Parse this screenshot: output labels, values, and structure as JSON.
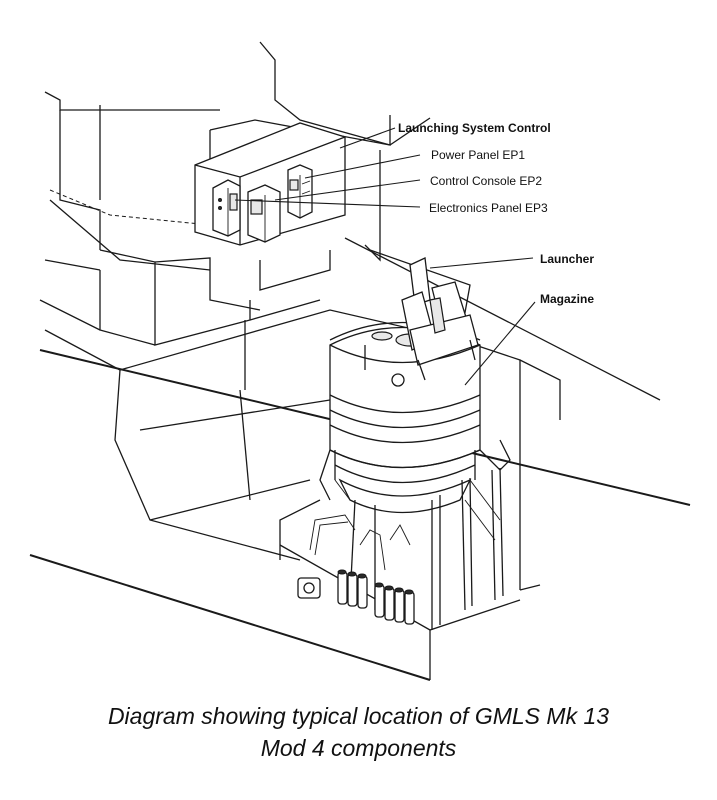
{
  "labels": {
    "launching_system_control": "Launching System Control",
    "power_panel": "Power Panel EP1",
    "control_console": "Control Console EP2",
    "electronics_panel": "Electronics Panel EP3",
    "launcher": "Launcher",
    "magazine": "Magazine"
  },
  "caption": {
    "line1": "Diagram showing typical location of GMLS Mk 13",
    "line2": "Mod 4 components"
  }
}
